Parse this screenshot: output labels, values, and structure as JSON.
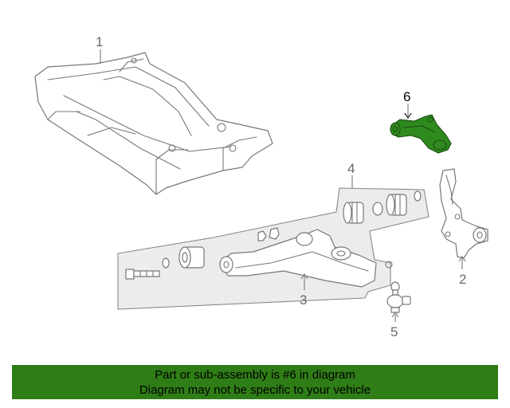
{
  "diagram": {
    "callouts": {
      "part_1": "1",
      "part_2": "2",
      "part_3": "3",
      "part_4": "4",
      "part_5": "5",
      "part_6": "6"
    },
    "highlighted_part": "6",
    "colors": {
      "highlight": "#2f8a1e",
      "banner": "#2f7d16",
      "line": "#777777",
      "panel": "#ececec"
    }
  },
  "banner": {
    "line1": "Part or sub-assembly is #6 in diagram",
    "line2": "Diagram may not be specific to your vehicle"
  }
}
